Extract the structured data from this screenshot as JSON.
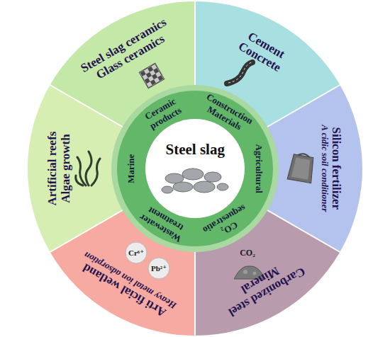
{
  "diagram": {
    "nodes": [
      {
        "text": [
          "Steel slag"
        ]
      },
      {
        "text": [
          "Ceramic products"
        ]
      },
      {
        "text": [
          "Construction Materials"
        ]
      },
      {
        "text": [
          "Agricultural"
        ]
      },
      {
        "text": [
          "CO₂ sequestratio"
        ]
      },
      {
        "text": [
          "Wastewater treatment"
        ]
      },
      {
        "text": [
          "Marine"
        ]
      },
      {
        "text": [
          "Steel slag ceramics",
          "Glass ceramics"
        ]
      },
      {
        "text": [
          "Cement",
          "Concrete"
        ]
      },
      {
        "text": [
          "Silicon fertilizer",
          "A cidic soil conditioner"
        ]
      },
      {
        "text": [
          "Carbonized steel",
          "Mineral"
        ]
      },
      {
        "text": [
          "Arti ficial wetland",
          "Heavy metal ion adsorption"
        ]
      },
      {
        "text": [
          "Artificial reefs",
          "Algae growth"
        ]
      }
    ],
    "labels": [
      "Cr⁶⁺",
      "Pb²⁺",
      "CO₂"
    ]
  }
}
